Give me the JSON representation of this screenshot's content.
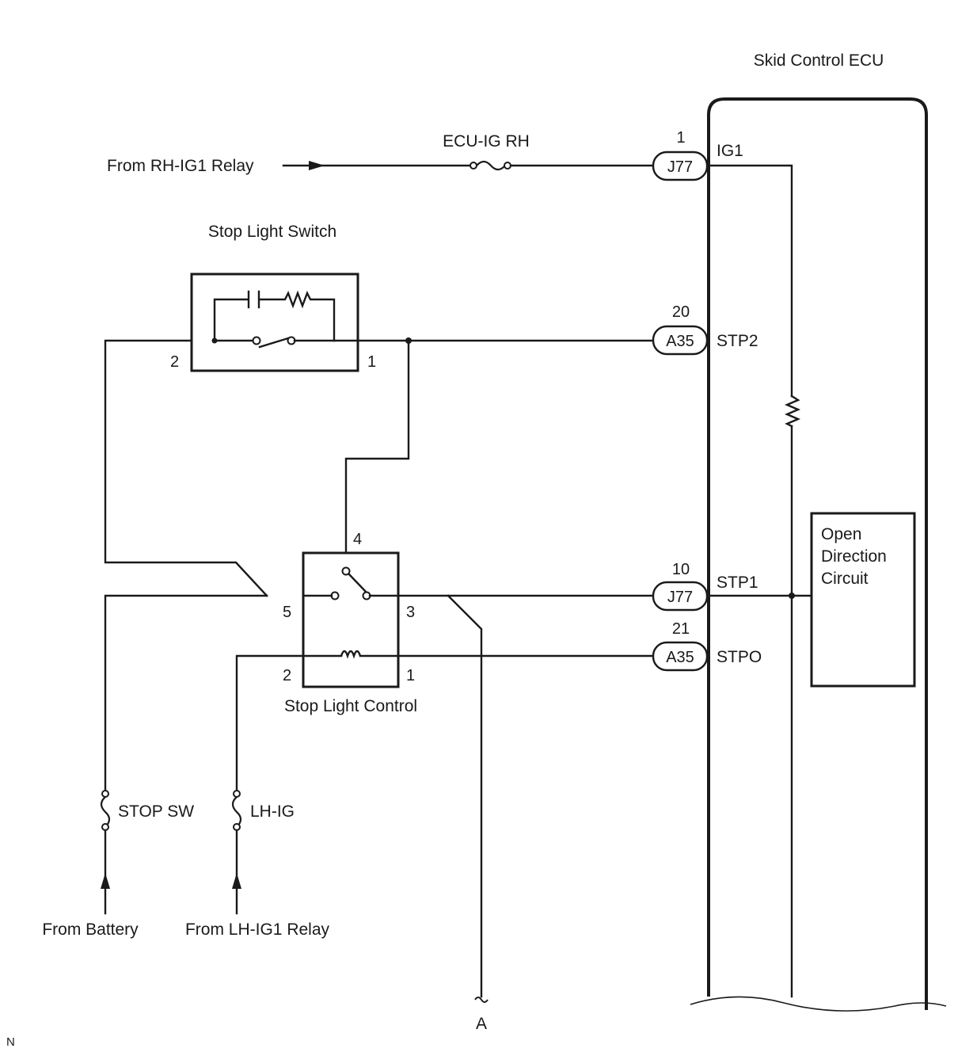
{
  "ecu": {
    "title": "Skid Control ECU",
    "circuit_block": [
      "Open",
      "Direction",
      "Circuit"
    ],
    "terminals": {
      "ig1": {
        "name": "IG1",
        "connector": "J77",
        "pin": "1"
      },
      "stp2": {
        "name": "STP2",
        "connector": "A35",
        "pin": "20"
      },
      "stp1": {
        "name": "STP1",
        "connector": "J77",
        "pin": "10"
      },
      "stpo": {
        "name": "STPO",
        "connector": "A35",
        "pin": "21"
      }
    }
  },
  "sources": {
    "rh_ig1": "From RH-IG1 Relay",
    "battery": "From Battery",
    "lh_ig1": "From LH-IG1 Relay"
  },
  "fuses": {
    "ecu_ig_rh": "ECU-IG RH",
    "stop_sw": "STOP SW",
    "lh_ig": "LH-IG"
  },
  "stop_light_switch": {
    "title": "Stop Light Switch",
    "pins": {
      "left": "2",
      "right": "1"
    }
  },
  "stop_light_control": {
    "title": "Stop Light Control",
    "pins": {
      "top": "4",
      "left": "5",
      "right": "3",
      "bottom_left": "2",
      "bottom_right": "1"
    }
  },
  "off_page": {
    "a": "A"
  },
  "corner_mark": "N"
}
